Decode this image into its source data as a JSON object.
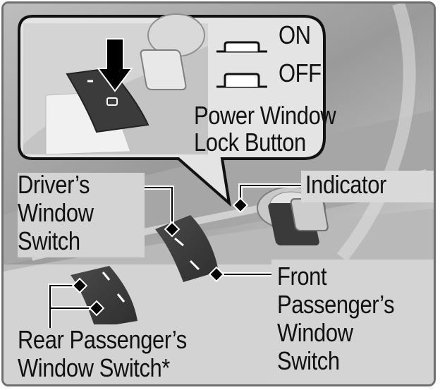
{
  "diagram": {
    "title": "Power Window Lock Button",
    "callout": {
      "legend": [
        {
          "icon": "button-raised-icon",
          "label": "ON"
        },
        {
          "icon": "button-pressed-icon",
          "label": "OFF"
        }
      ],
      "title_lines": [
        "Power Window",
        "Lock Button"
      ]
    },
    "labels": {
      "driver": [
        "Driver’s",
        "Window",
        "Switch"
      ],
      "indicator": "Indicator",
      "front_passenger": [
        "Front",
        "Passenger’s",
        "Window",
        "Switch"
      ],
      "rear_passenger": [
        "Rear Passenger’s",
        "Window Switch*"
      ]
    },
    "colors": {
      "frame_border": "#6f6f6f",
      "panel_bg": "#d3d3d3",
      "callout_bg": "#e4e4e4",
      "switch_dark": "#3e3e3e",
      "text": "#111111"
    }
  }
}
